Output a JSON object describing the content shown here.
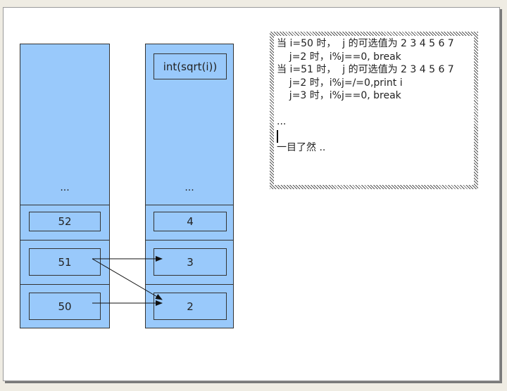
{
  "left_stack": {
    "ellipsis": "...",
    "cells": [
      "52",
      "51",
      "50"
    ]
  },
  "right_stack": {
    "top_label": "int(sqrt(i))",
    "ellipsis": "...",
    "cells": [
      "4",
      "3",
      "2"
    ]
  },
  "note": {
    "lines": [
      "当 i=50 时，  j 的可选值为 2 3 4 5 6 7",
      "    j=2 时，i%j==0, break",
      "当 i=51 时，  j 的可选值为 2 3 4 5 6 7",
      "    j=2 时，i%j=/=0,print i",
      "    j=3 时，i%j==0, break",
      "",
      "...",
      "",
      "一目了然 .."
    ]
  },
  "colors": {
    "stack_fill": "#99c9fb",
    "background": "#efece3"
  }
}
